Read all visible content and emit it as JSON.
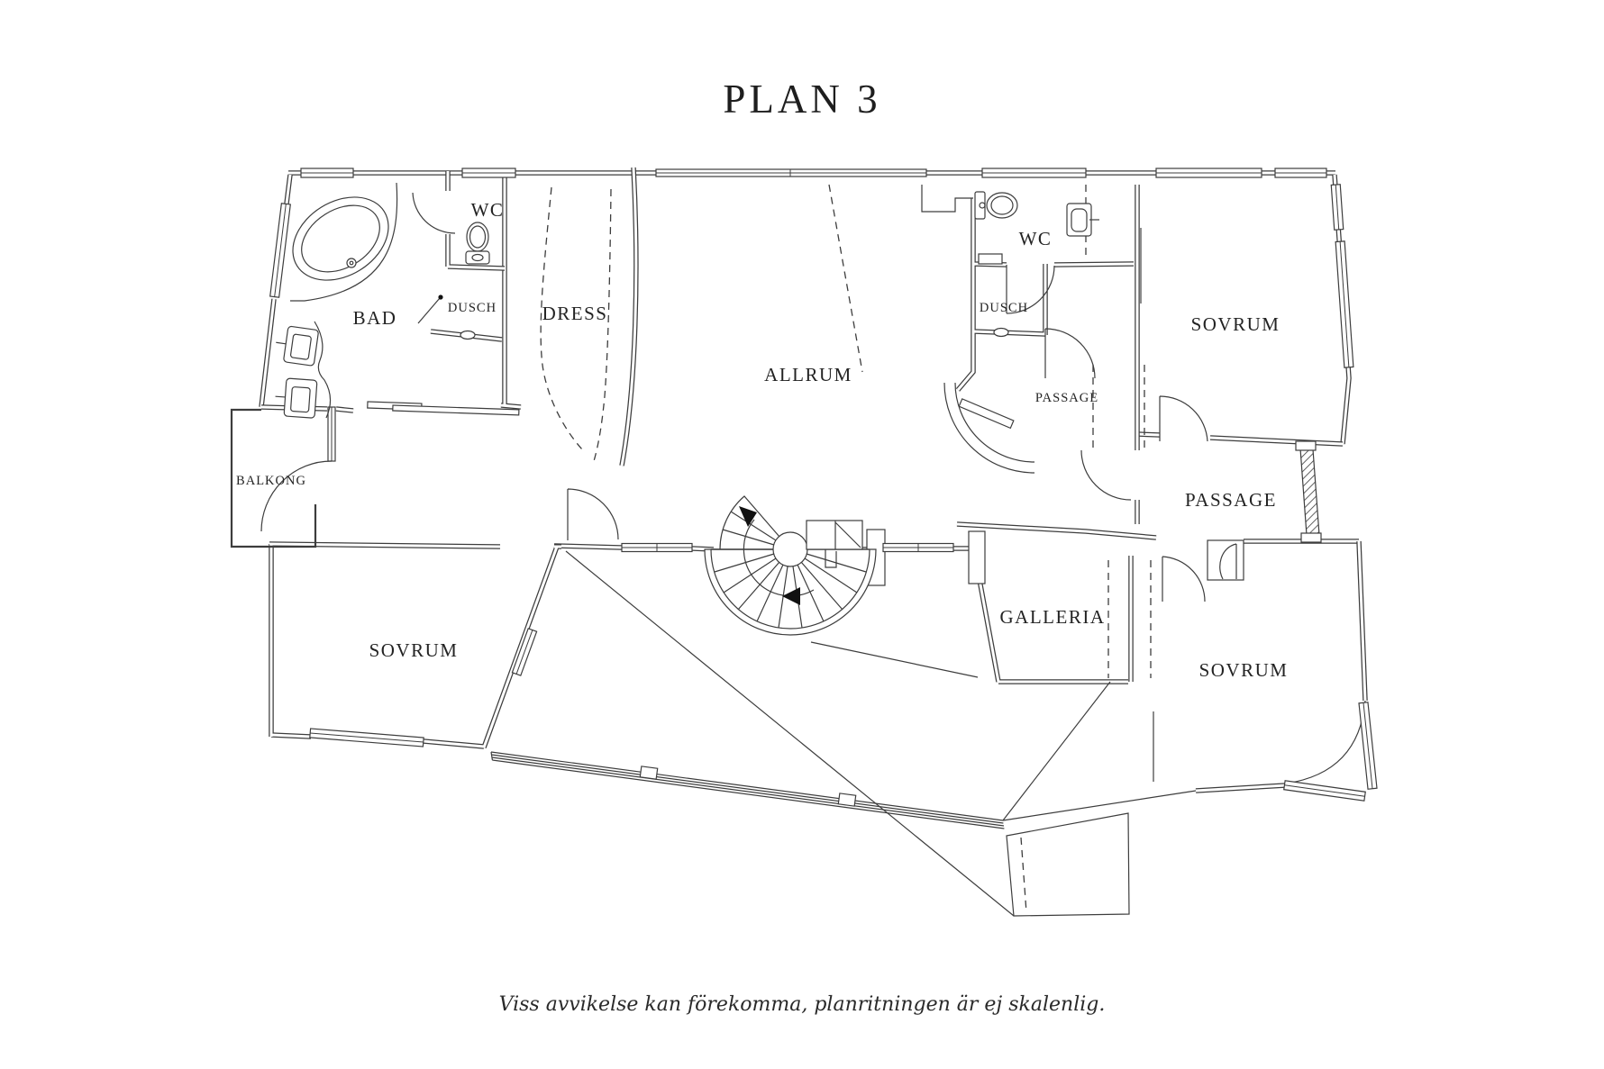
{
  "page": {
    "title": "PLAN 3",
    "footnote": "Viss avvikelse kan förekomma, planritningen är ej skalenlig."
  },
  "rooms": [
    {
      "id": "bad",
      "label": "BAD"
    },
    {
      "id": "wc-left",
      "label": "WC"
    },
    {
      "id": "dusch-left",
      "label": "DUSCH"
    },
    {
      "id": "dress",
      "label": "DRESS"
    },
    {
      "id": "allrum",
      "label": "ALLRUM"
    },
    {
      "id": "wc-right",
      "label": "WC"
    },
    {
      "id": "dusch-right",
      "label": "DUSCH"
    },
    {
      "id": "passage-upper",
      "label": "PASSAGE"
    },
    {
      "id": "sovrum-ne",
      "label": "SOVRUM"
    },
    {
      "id": "balkong",
      "label": "BALKONG"
    },
    {
      "id": "sovrum-sw",
      "label": "SOVRUM"
    },
    {
      "id": "galleria",
      "label": "GALLERIA"
    },
    {
      "id": "passage",
      "label": "PASSAGE"
    },
    {
      "id": "sovrum-se",
      "label": "SOVRUM"
    }
  ],
  "colors": {
    "line": "#3d3d3d",
    "label": "#232323",
    "background": "#ffffff"
  }
}
